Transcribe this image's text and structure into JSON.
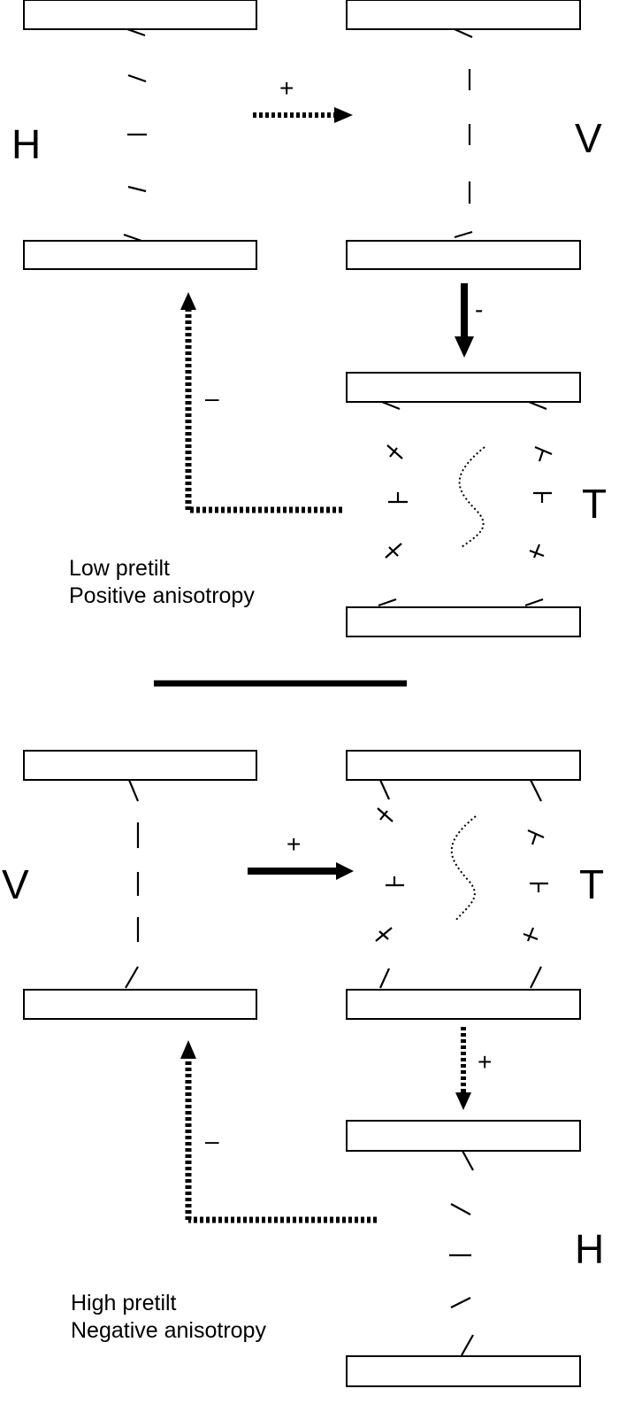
{
  "low_pretilt": {
    "states": {
      "left": "H",
      "right": "V",
      "lower": "T"
    },
    "signs": {
      "top_arrow": "+",
      "down_arrow": "-",
      "return_arrow": "–"
    },
    "description": [
      "Low pretilt",
      "Positive anisotropy"
    ]
  },
  "high_pretilt": {
    "states": {
      "left": "V",
      "right": "T",
      "lower": "H"
    },
    "signs": {
      "top_arrow": "+",
      "down_arrow": "+",
      "return_arrow": "–"
    },
    "description": [
      "High pretilt",
      "Negative anisotropy"
    ]
  }
}
